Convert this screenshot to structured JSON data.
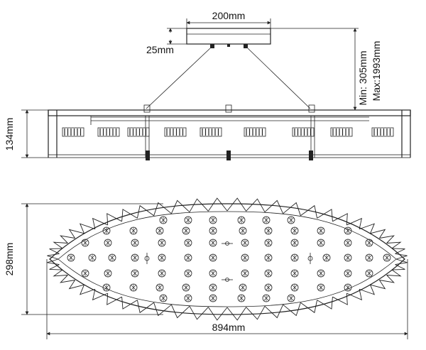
{
  "dimensions": {
    "canopy_width": "200mm",
    "canopy_height": "25mm",
    "suspension_min": "Min: 305mm",
    "suspension_max": "Max:1993mm",
    "body_height": "134mm",
    "plan_depth": "298mm",
    "plan_length": "894mm"
  },
  "colors": {
    "ink": "#222222",
    "background": "#ffffff"
  },
  "icons": {
    "crystal": "crystal-icon",
    "lamp_socket": "lamp-socket-icon"
  }
}
